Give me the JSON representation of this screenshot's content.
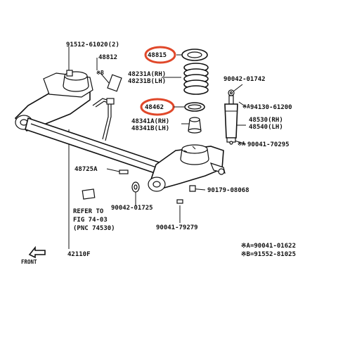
{
  "labels": {
    "p91512": "91512-61020(2)",
    "p48812": "48812",
    "p48815": "48815",
    "p48231a": "48231A(RH)",
    "p48231b": "48231B(LH)",
    "p48462": "48462",
    "p48341a": "48341A(RH)",
    "p48341b": "48341B(LH)",
    "p90042_01742": "90042-01742",
    "p94130": "94130-61200",
    "p48530": "48530(RH)",
    "p48540": "48540(LH)",
    "p90041_70295": "90041-70295",
    "p48725a": "48725A",
    "p90179": "90179-08068",
    "p90042_01725": "90042-01725",
    "p90041_79279": "90041-79279",
    "refer1": "REFER TO",
    "refer2": "FIG 74-03",
    "refer3": "(PNC 74530)",
    "p42110f": "42110F",
    "front": "FRONT",
    "note_a": "※A=90041-01622",
    "note_b": "※B=91552-81025",
    "mark_b": "※B",
    "mark_a1": "※A",
    "mark_a2": "※A"
  },
  "highlight_color": "#e0482a"
}
